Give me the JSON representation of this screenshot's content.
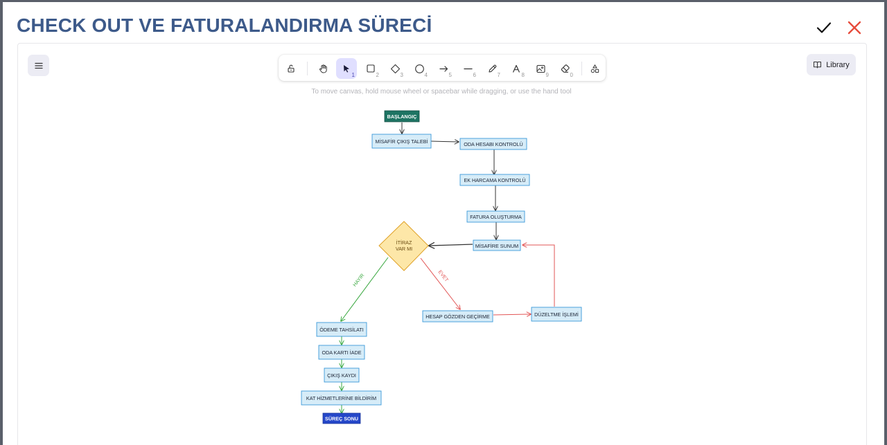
{
  "header": {
    "title": "CHECK OUT VE FATURALANDIRMA SÜRECİ"
  },
  "toolbar": {
    "keys": [
      "1",
      "2",
      "3",
      "4",
      "5",
      "6",
      "7",
      "8",
      "9",
      "0"
    ],
    "library_label": "Library"
  },
  "canvas": {
    "hint": "To move canvas, hold mouse wheel or spacebar while dragging, or use the hand tool"
  },
  "diagram": {
    "start": "BAŞLANGIÇ",
    "misafir_cikis": "MİSAFİR ÇIKIŞ TALEBİ",
    "oda_hesabi": "ODA HESABI KONTROLÜ",
    "ek_harcama": "EK HARCAMA KONTROLÜ",
    "fatura": "FATURA OLUŞTURMA",
    "misafire_sunum": "MİSAFİRE SUNUM",
    "itiraz_line1": "İTİRAZ",
    "itiraz_line2": "VAR MI",
    "evet": "EVET",
    "hayir": "HAYIR",
    "hesap_gozden": "HESAP GÖZDEN GEÇİRME",
    "duzeltme": "DÜZELTME İŞLEMİ",
    "odeme": "ÖDEME TAHSİLATI",
    "oda_karti": "ODA KARTI İADE",
    "cikis_kaydi": "ÇIKIŞ KAYDI",
    "kat_hizmetleri": "KAT HİZMETLERİNE BİLDİRİM",
    "surec_sonu": "SÜREÇ SONU"
  },
  "colors": {
    "title": "#3d5a8a",
    "node_fill": "#d6ecf8",
    "node_stroke": "#3a9ad9",
    "start_fill": "#1e7463",
    "end_fill": "#2547c9",
    "decision_fill": "#fde7a8",
    "decision_stroke": "#e0a227",
    "arrow_dark": "#333333",
    "arrow_red": "#e25555",
    "arrow_green": "#3aa840",
    "active_tool": "#e0dfff",
    "close": "#e74c3c"
  }
}
